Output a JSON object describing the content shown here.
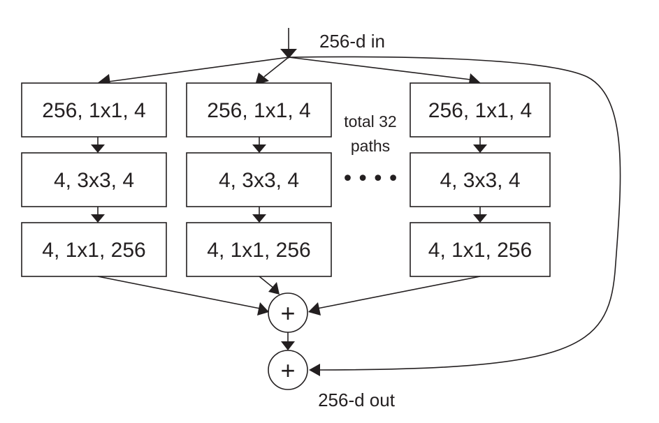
{
  "diagram": {
    "input_label": "256-d in",
    "output_label": "256-d out",
    "paths_note_line1": "total 32",
    "paths_note_line2": "paths",
    "ellipsis": "••••",
    "sum_symbol": "+",
    "paths": [
      {
        "layers": [
          "256, 1x1, 4",
          "4, 3x3, 4",
          "4, 1x1, 256"
        ]
      },
      {
        "layers": [
          "256, 1x1, 4",
          "4, 3x3, 4",
          "4, 1x1, 256"
        ]
      },
      {
        "layers": [
          "256, 1x1, 4",
          "4, 3x3, 4",
          "4, 1x1, 256"
        ]
      }
    ]
  }
}
